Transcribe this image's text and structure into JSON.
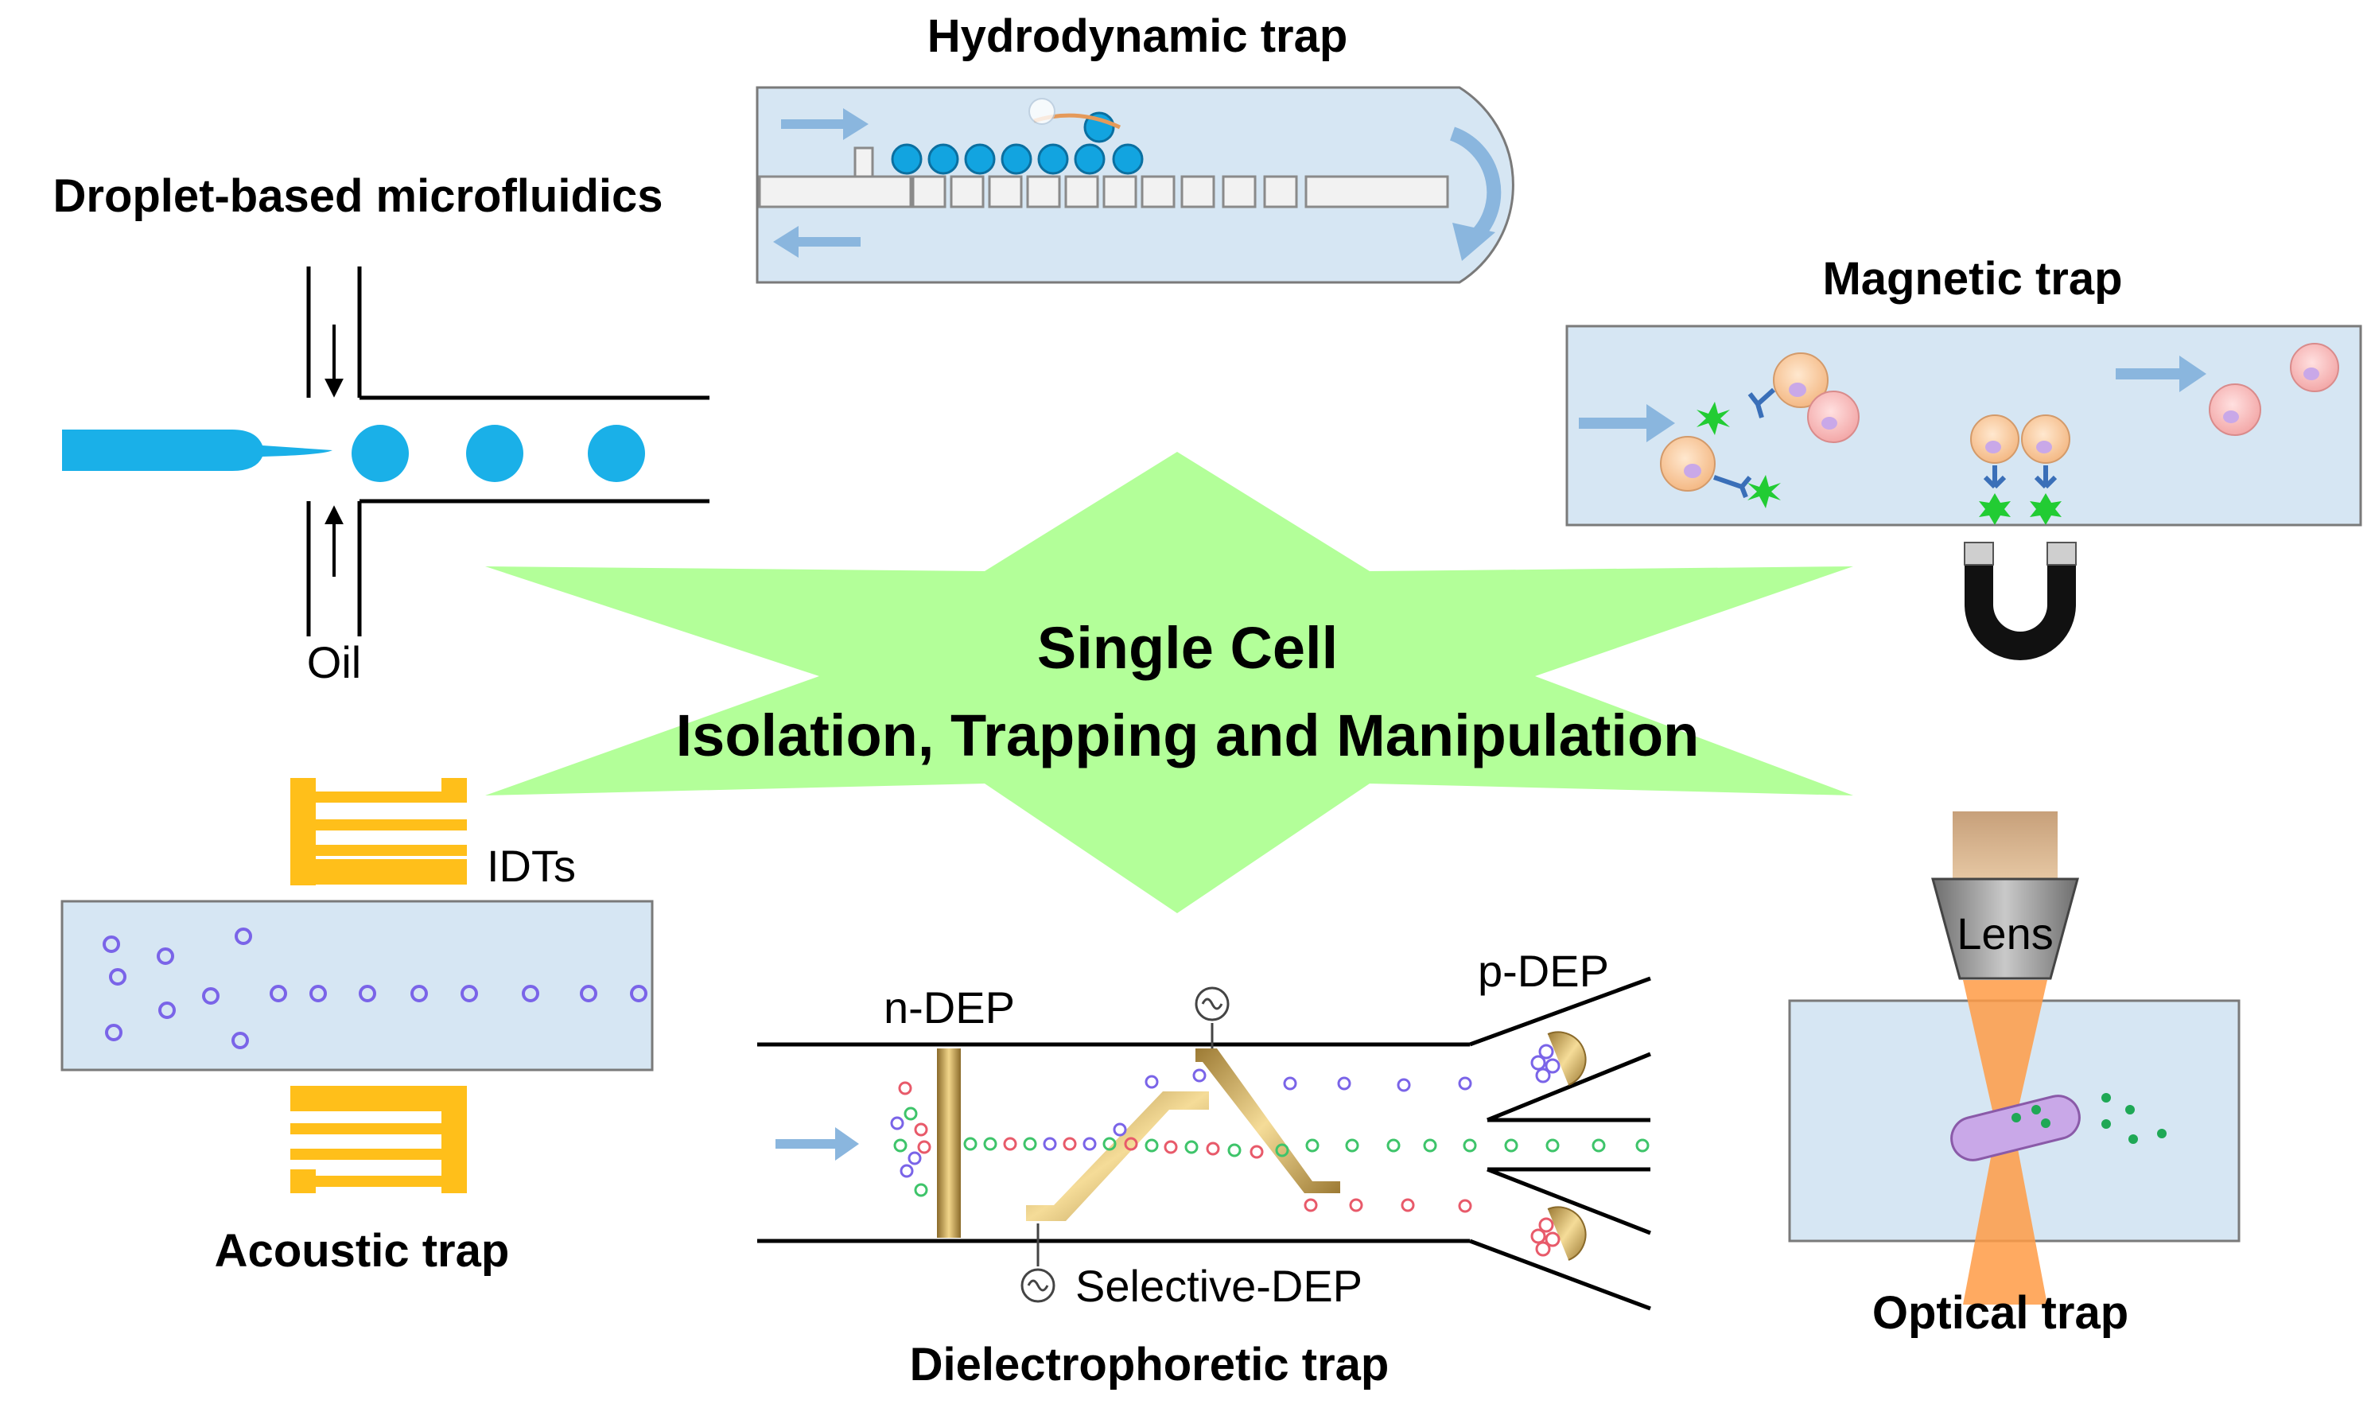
{
  "center": {
    "line1": "Single Cell",
    "line2": "Isolation, Trapping and Manipulation",
    "star_color": "#b3ff99"
  },
  "panels": {
    "droplet": {
      "title": "Droplet-based microfluidics",
      "oil_label": "Oil",
      "droplet_color": "#1ab0e8"
    },
    "hydrodynamic": {
      "title": "Hydrodynamic trap",
      "channel_color": "#d6e6f3",
      "arrow_color": "#8ab6de"
    },
    "magnetic": {
      "title": "Magnetic trap"
    },
    "acoustic": {
      "title": "Acoustic trap",
      "idt_label": "IDTs",
      "electrode_color": "#ffbf1a"
    },
    "dielectrophoretic": {
      "title": "Dielectrophoretic trap",
      "ndep_label": "n-DEP",
      "pdep_label": "p-DEP",
      "selective_label": "Selective-DEP"
    },
    "optical": {
      "title": "Optical trap",
      "lens_label": "Lens",
      "beam_color": "#ff9b45"
    }
  }
}
